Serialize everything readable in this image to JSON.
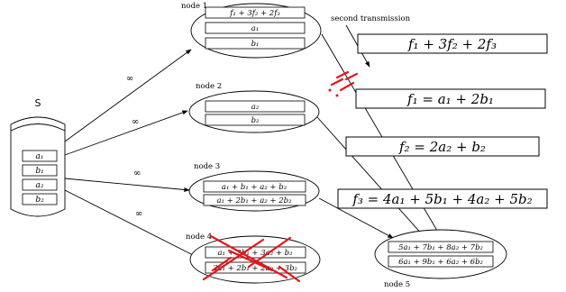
{
  "source": {
    "label": "S",
    "symbols": [
      "a₁",
      "b₁",
      "a₂",
      "b₂"
    ]
  },
  "capacity_symbol": "∞",
  "nodes": {
    "node1": {
      "label": "node 1",
      "cells": [
        "f₁ + 3f₂ + 2f₃",
        "a₁",
        "b₁"
      ]
    },
    "node2": {
      "label": "node 2",
      "cells": [
        "a₂",
        "b₂"
      ]
    },
    "node3": {
      "label": "node 3",
      "cells": [
        "a₁ + b₁ + a₂ + b₂",
        "a₁ + 2b₁ + a₂ + 2b₂"
      ]
    },
    "node4": {
      "label": "node 4",
      "cells": [
        "a₁ + 2b₁ + 3a₂ + b₂",
        "3a₁ + 2b₁ + 2a₂ + 3b₂"
      ],
      "status": "failed"
    },
    "node5": {
      "label": "node 5",
      "cells": [
        "5a₁ + 7b₁ + 8a₂ + 7b₂",
        "6a₁ + 9b₁ + 6a₂ + 6b₂"
      ]
    }
  },
  "annotation": {
    "second_transmission": "second transmission"
  },
  "equations": [
    "f₁ + 3f₂ + 2f₃",
    "f₁ = a₁ + 2b₁",
    "f₂ = 2a₂ + b₂",
    "f₃ = 4a₁ + 5b₁ + 4a₂ + 5b₂"
  ],
  "colors": {
    "line": "#000000",
    "failure_mark": "#e3161b",
    "background": "#ffffff"
  }
}
